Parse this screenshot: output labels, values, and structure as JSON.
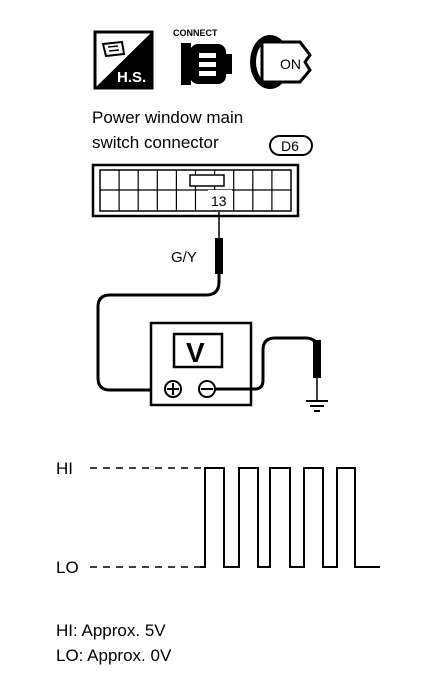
{
  "icons": {
    "hs_badge": "H.S.",
    "connect_label": "CONNECT",
    "ignition_label": "ON"
  },
  "connector": {
    "title_line1": "Power window main",
    "title_line2": "switch connector",
    "code": "D6",
    "terminal": "13"
  },
  "wire": {
    "color_code": "G/Y"
  },
  "meter": {
    "symbol": "V"
  },
  "waveform": {
    "hi_label": "HI",
    "lo_label": "LO",
    "legend_hi": "HI: Approx. 5V",
    "legend_lo": "LO: Approx. 0V"
  }
}
